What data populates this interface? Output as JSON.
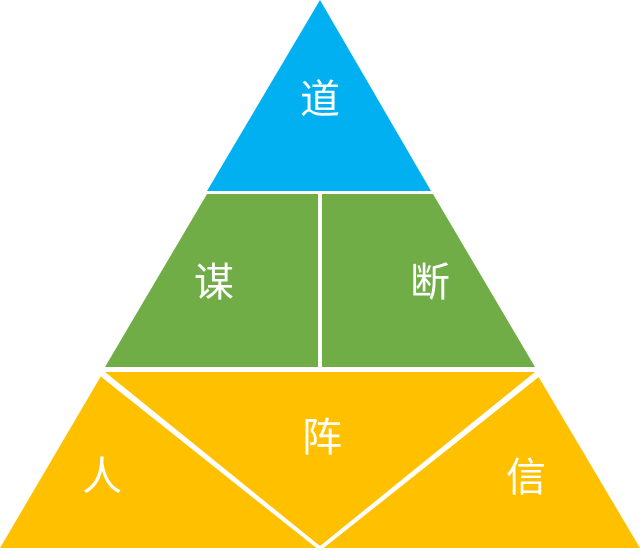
{
  "diagram": {
    "type": "pyramid",
    "colors": {
      "top": "#00B0F0",
      "middle": "#70AD47",
      "bottom": "#FFC000",
      "divider": "#FFFFFF"
    },
    "levels": [
      {
        "name": "top",
        "segments": [
          {
            "label": "道"
          }
        ]
      },
      {
        "name": "middle",
        "segments": [
          {
            "label": "谋"
          },
          {
            "label": "断"
          }
        ]
      },
      {
        "name": "bottom",
        "segments": [
          {
            "label": "人"
          },
          {
            "label": "阵"
          },
          {
            "label": "信"
          }
        ]
      }
    ]
  }
}
